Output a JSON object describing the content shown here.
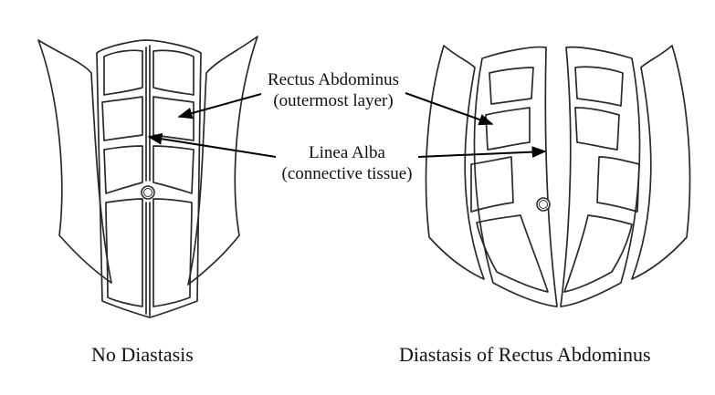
{
  "annotations": {
    "rectus_title": "Rectus Abdominus",
    "rectus_sub": "(outermost layer)",
    "linea_title": "Linea Alba",
    "linea_sub": "(connective tissue)"
  },
  "captions": {
    "left": "No Diastasis",
    "right": "Diastasis of Rectus Abdominus"
  },
  "colors": {
    "outline": "#2a2a2a",
    "arrow": "#000000",
    "background": "#ffffff"
  }
}
